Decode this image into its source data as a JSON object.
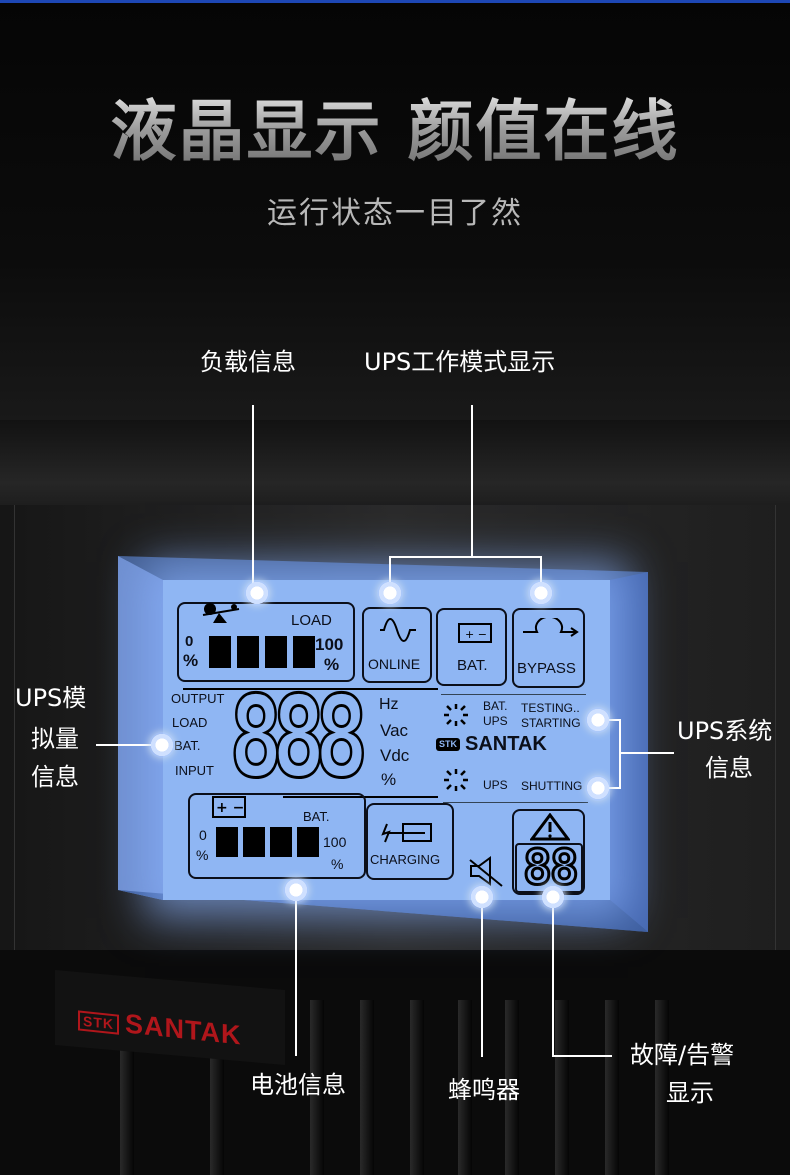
{
  "header": {
    "title": "液晶显示 颜值在线",
    "subtitle": "运行状态一目了然"
  },
  "callouts": {
    "load_info": "负载信息",
    "ups_mode": "UPS工作模式显示",
    "analog": [
      "UPS模",
      "拟量",
      "信息"
    ],
    "system": [
      "UPS系统",
      "信息"
    ],
    "battery": "电池信息",
    "buzzer": "蜂鸣器",
    "fault": [
      "故障/告警",
      "显示"
    ]
  },
  "lcd": {
    "load": {
      "label": "LOAD",
      "min": "0",
      "max": "100",
      "unit": "%",
      "level_fraction": 1.0
    },
    "modes": [
      "ONLINE",
      "BAT.",
      "BYPASS"
    ],
    "measure_labels": [
      "OUTPUT",
      "LOAD",
      "BAT.",
      "INPUT"
    ],
    "digits": "888",
    "units": [
      "Hz",
      "Vac",
      "Vdc",
      "%"
    ],
    "status": {
      "line1a": "BAT.",
      "line1b": "TESTING..",
      "line2a": "UPS",
      "line2b": "STARTING",
      "line3a": "UPS",
      "line3b": "SHUTTING"
    },
    "brand": "SANTAK",
    "battery": {
      "label": "BAT.",
      "min": "0",
      "max": "100",
      "unit": "%",
      "level_fraction": 1.0
    },
    "charging": "CHARGING",
    "fault_digits": "88"
  },
  "device": {
    "brand": "SANTAK"
  },
  "colors": {
    "lcd": "#8fb6f3",
    "brand_red": "#b0161b"
  }
}
